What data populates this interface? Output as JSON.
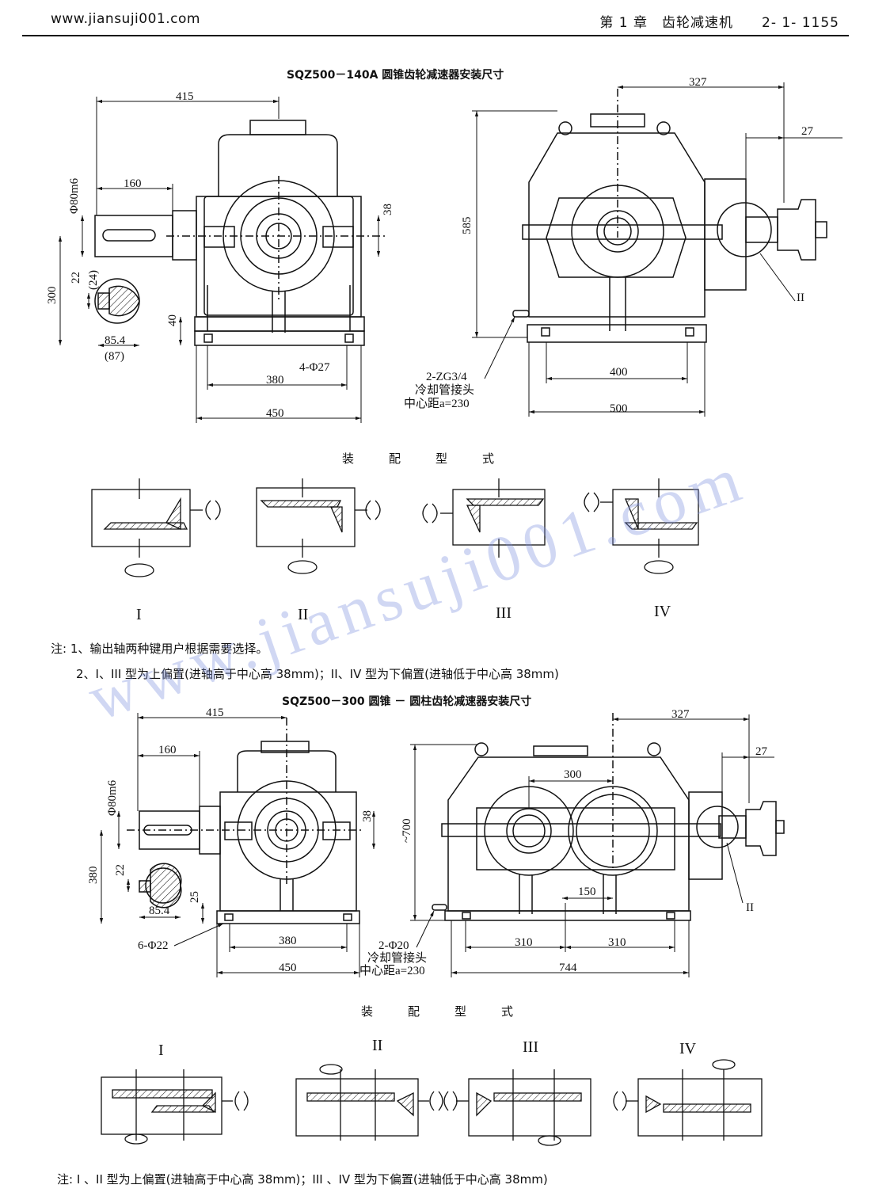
{
  "header": {
    "site": "www.jiansuji001.com",
    "chapter": "第 1 章　齿轮减速机　　2- 1- 1155"
  },
  "section1": {
    "title": "SQZ500－140A 圆锥齿轮减速器安装尺寸",
    "dims": {
      "d415": "415",
      "d160": "160",
      "shaft": "Φ80m6",
      "d38": "38",
      "d300": "300",
      "d22": "22",
      "d24": "(24)",
      "d40": "40",
      "d85": "85.4",
      "d87": "(87)",
      "holes": "4-Φ27",
      "d380": "380",
      "d450": "450",
      "d327": "327",
      "d27": "27",
      "d585": "585",
      "pipe1": "2-ZG3/4",
      "pipe2": "冷却管接头",
      "pipe3": "中心距a=230",
      "d400": "400",
      "d500": "500",
      "roman": "II"
    },
    "assembly_title": "装配型式",
    "types": [
      "I",
      "II",
      "III",
      "IV"
    ],
    "notes": [
      "注: 1、输出轴两种键用户根据需要选择。",
      "2、I、III 型为上偏置(进轴高于中心高 38mm)；II、IV 型为下偏置(进轴低于中心高 38mm)"
    ]
  },
  "section2": {
    "title": "SQZ500－300 圆锥 － 圆柱齿轮减速器安装尺寸",
    "dims": {
      "d415": "415",
      "d160": "160",
      "shaft": "Φ80m6",
      "d38": "38",
      "d380v": "380",
      "d22": "22",
      "d25": "25",
      "d85": "85.4",
      "holes": "6-Φ22",
      "d380": "380",
      "d450": "450",
      "pipe1": "2-Φ20",
      "pipe2": "冷却管接头",
      "pipe3": "中心距a=230",
      "d327": "327",
      "d27": "27",
      "d700": "~700",
      "d300": "300",
      "d150": "150",
      "d310a": "310",
      "d310b": "310",
      "d744": "744",
      "roman": "II"
    },
    "assembly_title": "装配型式",
    "types": [
      "I",
      "II",
      "III",
      "IV"
    ],
    "note": "注:  I 、II 型为上偏置(进轴高于中心高 38mm)；III 、IV 型为下偏置(进轴低于中心高 38mm)"
  },
  "watermark": "www.jiansuji001.com"
}
